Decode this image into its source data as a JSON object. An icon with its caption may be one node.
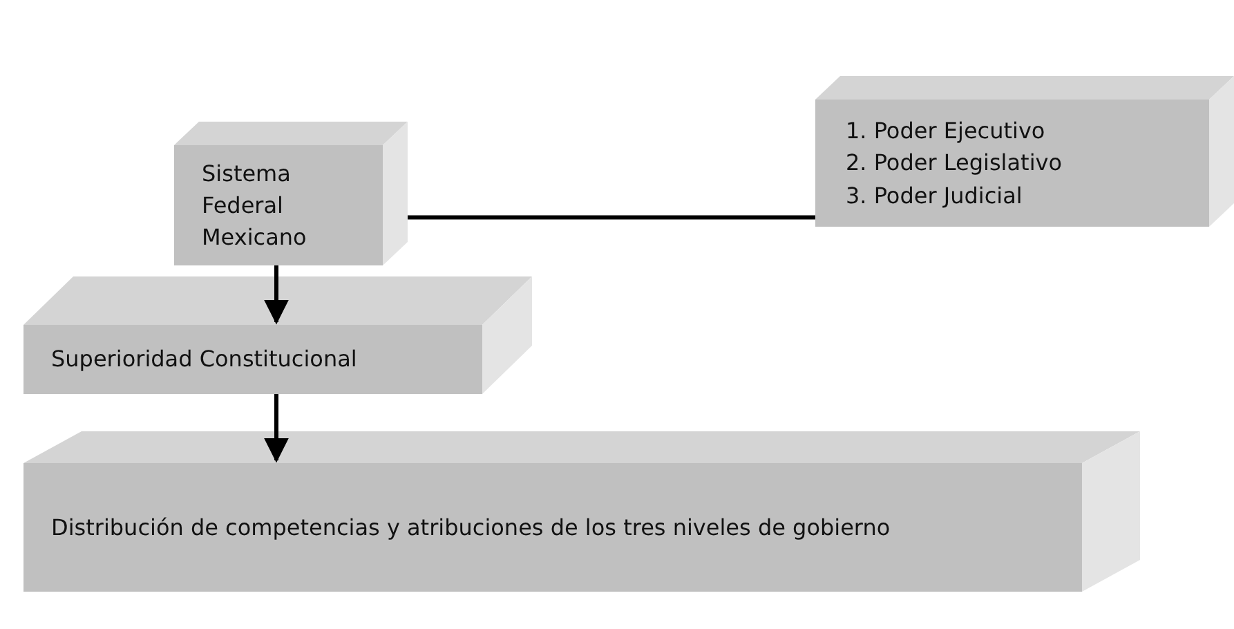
{
  "diagram": {
    "nodes": [
      {
        "text": [
          "Sistema Federal Mexicano"
        ]
      },
      {
        "text": [
          "1. Poder Ejecutivo",
          "2. Poder Legislativo",
          "3. Poder Judicial"
        ]
      },
      {
        "text": [
          "Superioridad Constitucional"
        ]
      },
      {
        "text": [
          "Distribución de competencias y atribuciones de los tres niveles de gobierno"
        ]
      }
    ],
    "edges": [
      {
        "from": 0,
        "to": 1,
        "arrow": "none"
      },
      {
        "from": 0,
        "to": 2,
        "arrow": "to"
      },
      {
        "from": 2,
        "to": 3,
        "arrow": "to"
      }
    ]
  }
}
